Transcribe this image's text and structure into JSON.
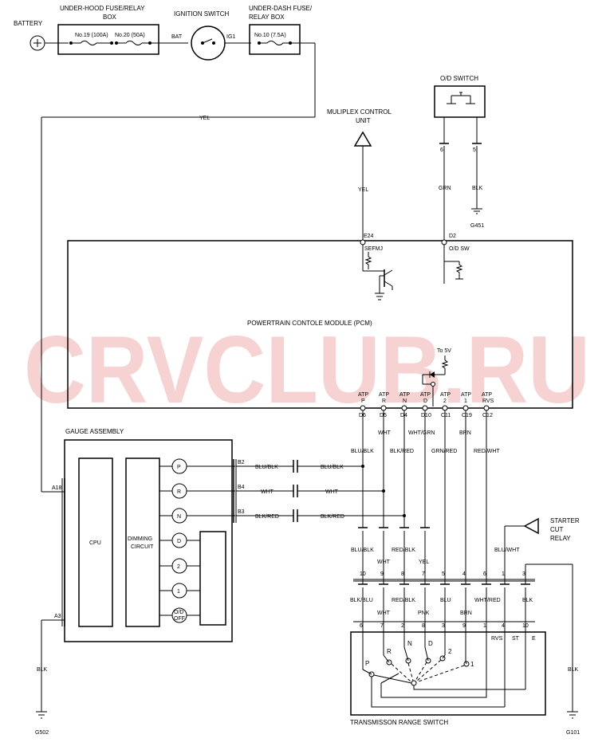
{
  "watermark": "CRVCLUB.RU",
  "top": {
    "battery": "BATTERY",
    "underhood_title_1": "UNDER-HOOD FUSE/RELAY",
    "underhood_title_2": "BOX",
    "fuse_19": "No.19 (100A)",
    "fuse_20": "No.20 (50A)",
    "ignition_title": "IGNITION SWITCH",
    "bat": "BAT",
    "ig1": "IG1",
    "underdash_title_1": "UNDER-DASH FUSE/",
    "underdash_title_2": "RELAY BOX",
    "fuse_10": "No.10 (7.5A)",
    "wire_yel": "YEL"
  },
  "multiplex": {
    "title_1": "MULIPLEX CONTROL",
    "title_2": "UNIT",
    "wire": "YEL"
  },
  "od_switch": {
    "title": "O/D SWITCH",
    "pin_6": "6",
    "pin_5": "5",
    "wire_grn": "GRN",
    "wire_blk": "BLK",
    "ground": "G451"
  },
  "pcm": {
    "title": "POWERTRAIN CONTOLE MODULE (PCM)",
    "e24": "E24",
    "sefmj": "SEFMJ",
    "d2": "D2",
    "od_sw": "O/D SW",
    "to5v": "To 5V",
    "atp_labels": [
      [
        "ATP",
        "P"
      ],
      [
        "ATP",
        "R"
      ],
      [
        "ATP",
        "N"
      ],
      [
        "ATP",
        "D"
      ],
      [
        "ATP",
        "2"
      ],
      [
        "ATP",
        "1"
      ],
      [
        "ATP",
        "RVS"
      ]
    ],
    "pins": [
      "D6",
      "D5",
      "D4",
      "D10",
      "C11",
      "C19",
      "C12"
    ],
    "wires": [
      "BLU/BLK",
      "WHT",
      "WHT/GRN",
      "BRN",
      "GRN/RED",
      "RED/WHT"
    ],
    "wires_blk_red": "BLK/RED"
  },
  "gauge": {
    "title": "GAUGE ASSEMBLY",
    "cpu": "CPU",
    "dimming_1": "DIMMING",
    "dimming_2": "CIRCUIT",
    "a18": "A18",
    "a3": "A3",
    "b2": "B2",
    "b4": "B4",
    "b3": "B3",
    "indicators": [
      "P",
      "R",
      "N",
      "D",
      "2",
      "1"
    ],
    "od_off_1": "O/D",
    "od_off_2": "OFF",
    "wire_b2_left": "BLU/BLK",
    "wire_b4_left": "WHT",
    "wire_b3_left": "BLK/RED",
    "wire_b2_right": "BLU/BLK",
    "wire_b4_right": "WHT",
    "wire_b3_right": "BLK/RED",
    "ground_wire": "BLK",
    "ground": "G502"
  },
  "starter": {
    "title_1": "STARTER",
    "title_2": "CUT",
    "title_3": "RELAY",
    "wire": "BLU/WHT"
  },
  "connector_mid": {
    "wires_upper_1": [
      "BLU/BLK",
      "RED/BLK"
    ],
    "wires_upper_2": [
      "WHT",
      "YEL"
    ],
    "pins_top": [
      "10",
      "9",
      "8",
      "7",
      "5",
      "4",
      "6",
      "1",
      "3"
    ],
    "wires_lower_1": [
      "BLK/BLU",
      "RED/BLK",
      "BLU",
      "WHT/RED",
      "BLK"
    ],
    "wires_lower_2": [
      "WHT",
      "PNK",
      "BRN"
    ],
    "pins_bottom": [
      "6",
      "7",
      "2",
      "8",
      "3",
      "9",
      "1",
      "4",
      "10"
    ]
  },
  "trs": {
    "title": "TRANSMISSON RANGE SWITCH",
    "positions": [
      "P",
      "R",
      "N",
      "D",
      "2",
      "1"
    ],
    "rvs": "RVS",
    "st": "ST",
    "e": "E"
  },
  "ground_right": {
    "wire": "BLK",
    "ground": "G101"
  }
}
